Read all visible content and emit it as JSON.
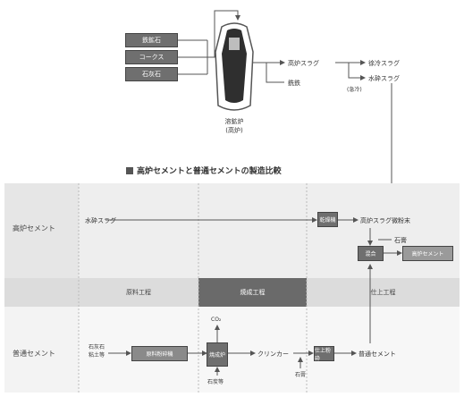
{
  "raw_materials": [
    "鉄鉱石",
    "コークス",
    "石灰石"
  ],
  "furnace": {
    "line1": "溶鉱炉",
    "line2": "(高炉)"
  },
  "outputs": {
    "blast_furnace_slag": "高炉スラグ",
    "pig_iron": "銑鉄",
    "slow_cooled_slag": "徐冷スラグ",
    "granulated_slag": "水砕スラグ",
    "water_note": "(急冷)"
  },
  "section_title": "高炉セメントと普通セメントの製造比較",
  "rows": {
    "blast_furnace_cement": "高炉セメント",
    "ordinary_cement": "普通セメント"
  },
  "stages": {
    "raw": "原料工程",
    "firing": "焼成工程",
    "finishing": "仕上工程"
  },
  "bf_flow": {
    "granulated_slag": "水砕スラグ",
    "dryer": "乾燥機",
    "slag_powder": "高炉スラグ微粉末",
    "gypsum": "石膏",
    "mixing": "混合",
    "bf_cement": "高炉セメント"
  },
  "oc_flow": {
    "raw_input_line1": "石灰石",
    "raw_input_line2": "粘土等",
    "raw_mill": "原料粉砕機",
    "kiln": "焼成炉",
    "co2": "CO₂",
    "coal": "石炭等",
    "clinker": "クリンカー",
    "gypsum": "石膏",
    "finish_mill": "仕上粉砕",
    "ordinary_cement": "普通セメント"
  }
}
